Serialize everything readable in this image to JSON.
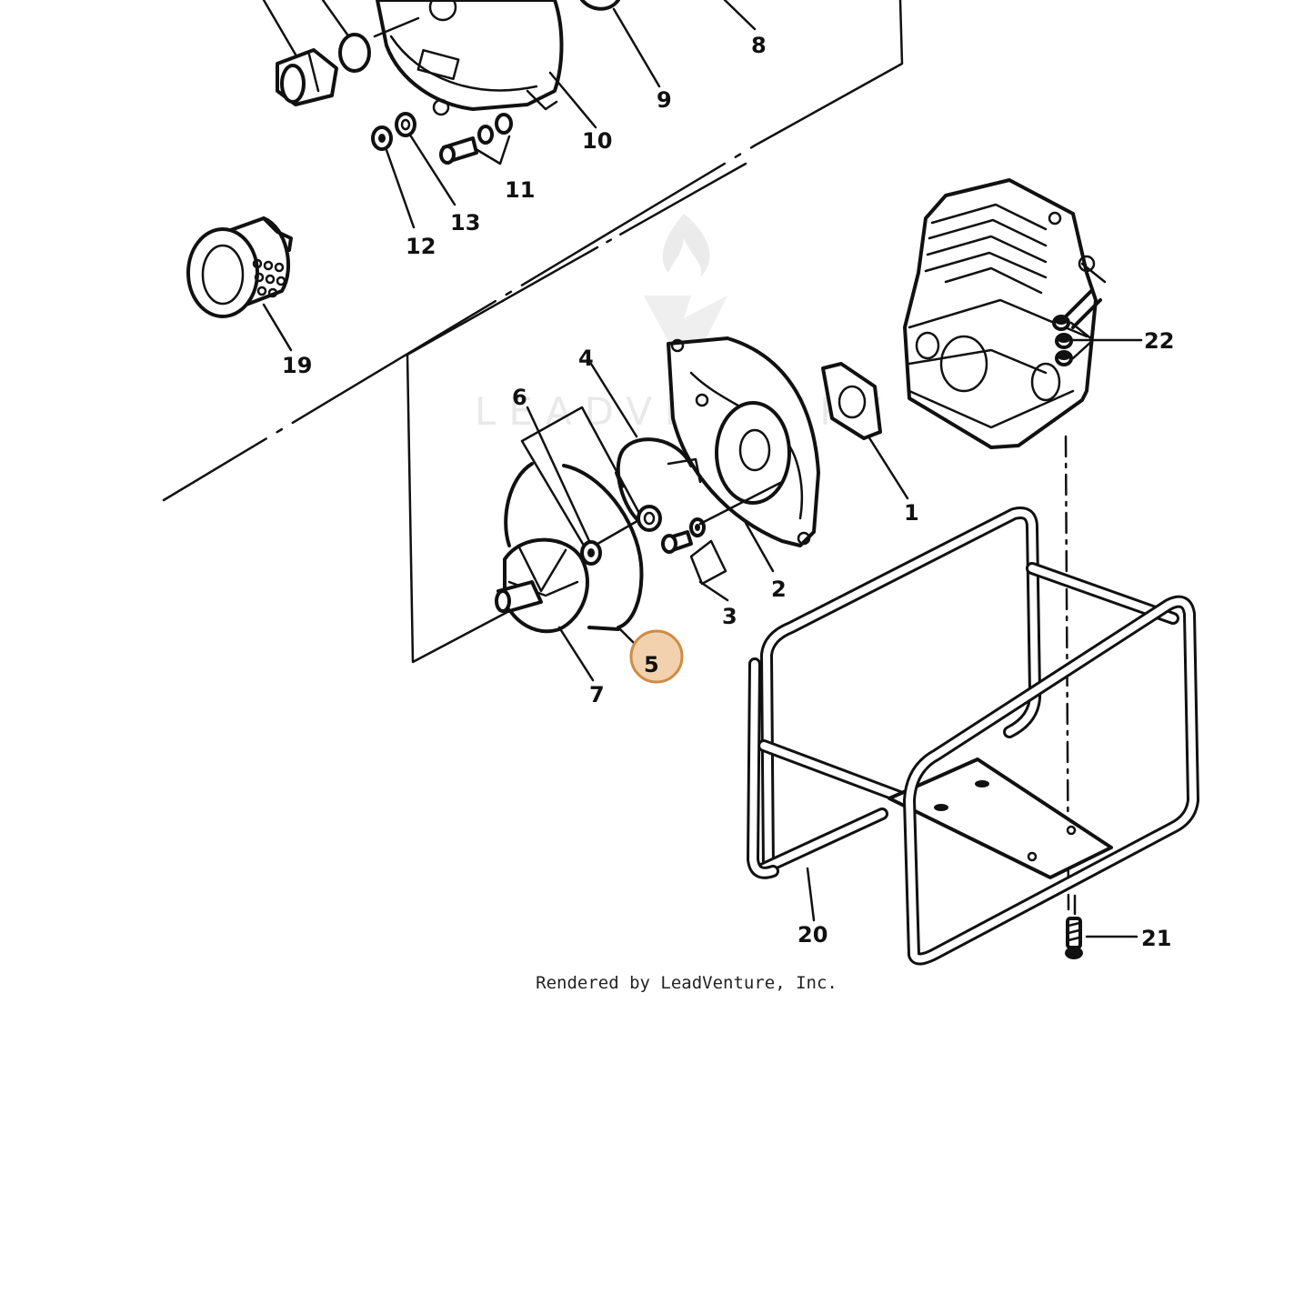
{
  "watermark": {
    "text": "LEADVENTURE"
  },
  "callouts": {
    "c1": "1",
    "c2": "2",
    "c3": "3",
    "c4": "4",
    "c5": "5",
    "c6": "6",
    "c7": "7",
    "c8": "8",
    "c9": "9",
    "c10": "10",
    "c11": "11",
    "c12": "12",
    "c13": "13",
    "c19": "19",
    "c20": "20",
    "c21": "21",
    "c22": "22"
  },
  "highlight": {
    "part": "5",
    "fill": "#f2d2ae",
    "stroke": "#d28a45"
  },
  "footer": {
    "rendered_by": "Rendered by LeadVenture, Inc."
  }
}
